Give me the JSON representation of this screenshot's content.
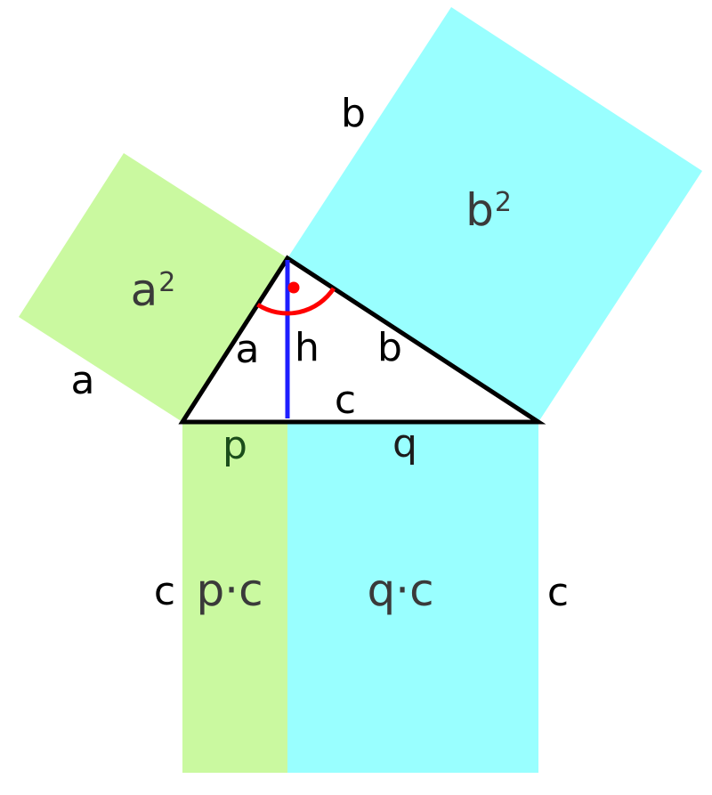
{
  "diagram": {
    "description_labels": {
      "side_b_outer": "b",
      "square_b": {
        "base": "b",
        "sup": "2"
      },
      "square_a": {
        "base": "a",
        "sup": "2"
      },
      "side_a_outer": "a",
      "side_a_inner": "a",
      "altitude": "h",
      "side_b_inner": "b",
      "hypotenuse": "c",
      "segment_p": "p",
      "segment_q": "q",
      "rect_p_side": "c",
      "rect_p_area": "p·c",
      "rect_q_area": "q·c",
      "rect_q_side": "c"
    }
  },
  "colors": {
    "background": "#ffffff",
    "square_a_fill": "#caf9a0",
    "square_b_fill": "#99ffff",
    "triangle_fill": "#ffffff",
    "outline": "#000000",
    "altitude_line": "#1e1eff",
    "angle_mark": "#ff0000",
    "area_label_text": "#3a3a3a",
    "edge_label_text": "#000000",
    "segment_p_text": "#1b4d1b"
  }
}
